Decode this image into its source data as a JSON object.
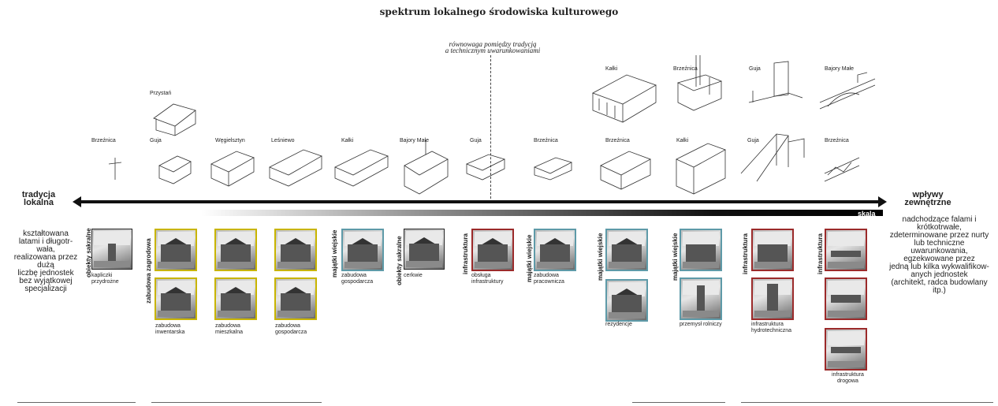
{
  "title": "spektrum lokalnego środowiska kulturowego",
  "balance": [
    "równowaga pomiędzy tradycją",
    "a technicznym uwarunkowaniami"
  ],
  "axis": {
    "left_label": [
      "tradycja",
      "lokalna"
    ],
    "right_label": [
      "wpływy",
      "zewnętrzne"
    ],
    "scale_label": "skala"
  },
  "left_description": [
    "kształtowana",
    "latami i długotr-",
    "wała,",
    "realizowana przez",
    "dużą",
    "liczbę jednostek",
    "bez wyjątkowej",
    "specjalizacji"
  ],
  "right_description": [
    "nadchodzące falami i",
    "krótkotrwałe,",
    "zdeterminowane przez  nurty",
    "lub techniczne",
    "uwarunkowania,",
    "egzekwowane przez",
    "jedną lub kilka wykwalifikow-",
    "anych jednostek",
    "(architekt, radca budowlany",
    "itp.)"
  ],
  "upper_places": [
    "Przystań",
    "Kałki",
    "Brzeźnica",
    "Guja",
    "Bajory Małe"
  ],
  "lower_places": [
    "Brzeźnica",
    "Guja",
    "Węgielsztyn",
    "Leśniewo",
    "Kałki",
    "Bajory Małe",
    "Guja",
    "Brzeźnica",
    "Brzeźnica",
    "Kałki",
    "Guja",
    "Brzeźnica"
  ],
  "categories": [
    "obiekty sakralne",
    "zabudowa zagrodowa",
    "majątki wiejskie",
    "obiekty sakralne",
    "infrastruktura",
    "majątki wiejskie",
    "majątki wiejskie",
    "majątki wiejskie",
    "infrastruktura",
    "infrastruktura"
  ],
  "captions": {
    "c1": [
      "kapliczki",
      "przydrożne"
    ],
    "c2": [
      "zabudowa",
      "inwentarska"
    ],
    "c3": [
      "zabudowa",
      "mieszkalna"
    ],
    "c4": [
      "zabudowa",
      "gospodarcza"
    ],
    "c5": [
      "zabudowa",
      "gospodarcza"
    ],
    "c6": [
      "cerkwie"
    ],
    "c7": [
      "obsługa",
      "infrastruktury"
    ],
    "c8": [
      "zabudowa",
      "pracownicza"
    ],
    "c9": [
      "rezydencje"
    ],
    "c10": [
      "przemysł rolniczy"
    ],
    "c11": [
      "infrastruktura",
      "hydrotechniczna"
    ],
    "c12": [
      "infrastruktura",
      "drogowa"
    ]
  },
  "colors": {
    "yellow_frame": "#c8b400",
    "teal_frame": "#5e9aa8",
    "red_frame": "#9b2a2a",
    "dark_frame": "#222222"
  }
}
